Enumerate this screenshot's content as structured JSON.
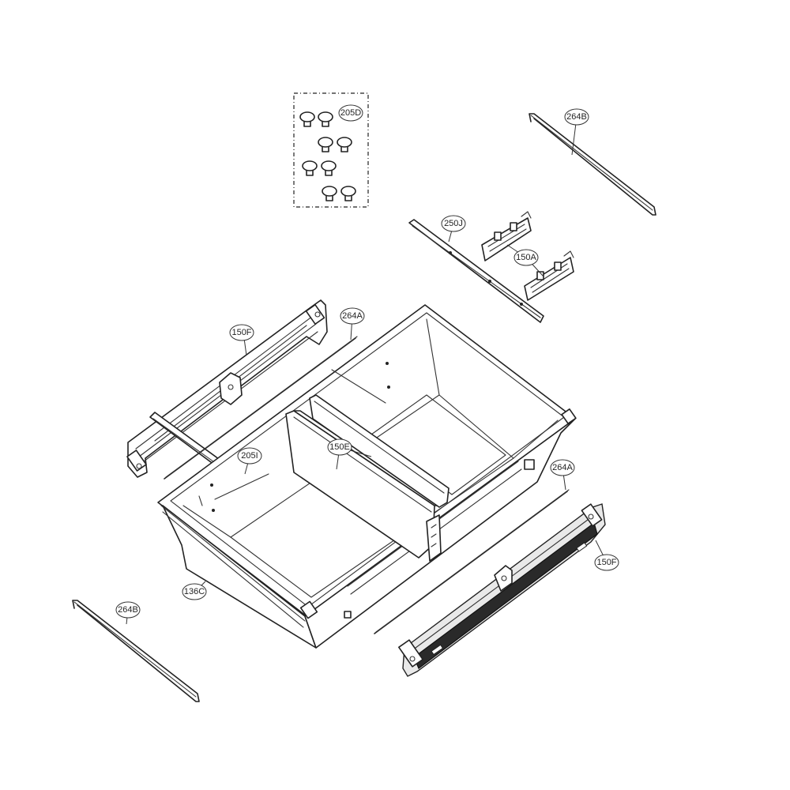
{
  "diagram": {
    "labels": {
      "l205d": "205D",
      "l264b_top": "264B",
      "l250j": "250J",
      "l150a": "150A",
      "l150f_left": "150F",
      "l264a_top": "264A",
      "l150e": "150E",
      "l205i": "205I",
      "l264a_right": "264A",
      "l150f_right": "150F",
      "l136c": "136C",
      "l264b_bottom": "264B"
    }
  }
}
